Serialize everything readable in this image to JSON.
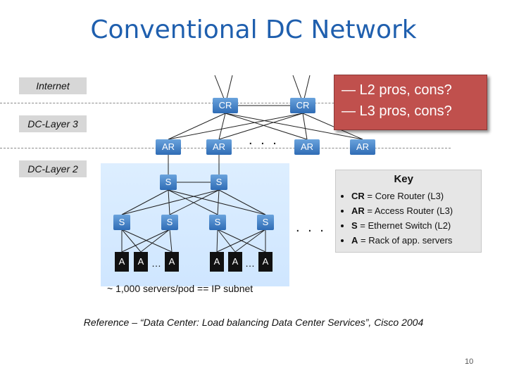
{
  "title": "Conventional DC Network",
  "layers": {
    "internet": "Internet",
    "dc_layer3": "DC-Layer 3",
    "dc_layer2": "DC-Layer 2"
  },
  "nodes": {
    "cr1": "CR",
    "cr2": "CR",
    "ar1": "AR",
    "ar2": "AR",
    "ar3": "AR",
    "ar4": "AR",
    "s_top1": "S",
    "s_top2": "S",
    "s_bot1": "S",
    "s_bot2": "S",
    "s_bot3": "S",
    "s_bot4": "S",
    "a1": "A",
    "a2": "A",
    "a3": "A",
    "a4": "A",
    "a5": "A",
    "a6": "A"
  },
  "ellipsis": {
    "ar_row": ". . .",
    "pod_row": ". . .",
    "rack_left": "…",
    "rack_right": "…"
  },
  "callout": {
    "line1": "— L2 pros, cons?",
    "line2": "— L3 pros, cons?"
  },
  "key": {
    "title": "Key",
    "items": [
      {
        "term": "CR",
        "desc": " = Core Router (L3)"
      },
      {
        "term": "AR",
        "desc": " = Access Router (L3)"
      },
      {
        "term": "S",
        "desc": " = Ethernet Switch (L2)"
      },
      {
        "term": "A",
        "desc": " = Rack of app. servers"
      }
    ]
  },
  "subnet_note": "~ 1,000 servers/pod == IP subnet",
  "reference": "Reference – “Data Center: Load  balancing Data Center Services”, Cisco 2004",
  "page_number": "10"
}
